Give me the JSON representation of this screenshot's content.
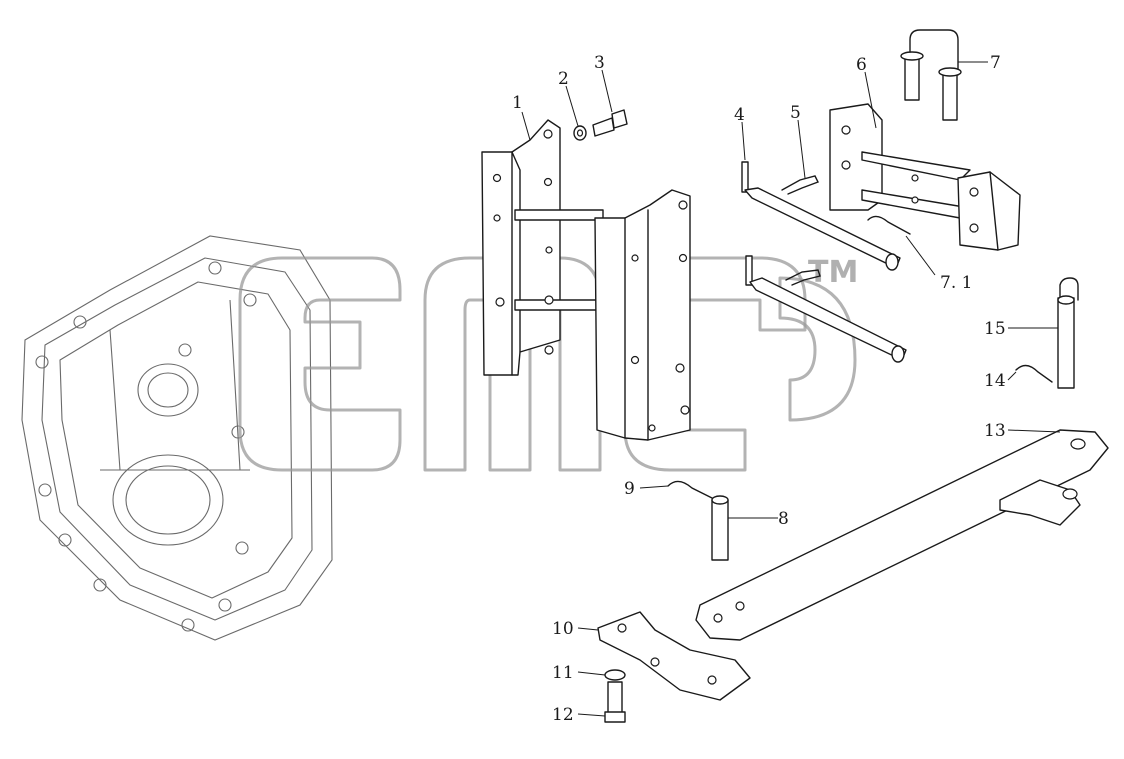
{
  "diagram": {
    "callouts": [
      {
        "id": "c1",
        "label": "1"
      },
      {
        "id": "c2",
        "label": "2"
      },
      {
        "id": "c3",
        "label": "3"
      },
      {
        "id": "c4",
        "label": "4"
      },
      {
        "id": "c5",
        "label": "5"
      },
      {
        "id": "c6",
        "label": "6"
      },
      {
        "id": "c7",
        "label": "7"
      },
      {
        "id": "c71",
        "label": "7. 1"
      },
      {
        "id": "c8",
        "label": "8"
      },
      {
        "id": "c9",
        "label": "9"
      },
      {
        "id": "c10",
        "label": "10"
      },
      {
        "id": "c11",
        "label": "11"
      },
      {
        "id": "c12",
        "label": "12"
      },
      {
        "id": "c13",
        "label": "13"
      },
      {
        "id": "c14",
        "label": "14"
      },
      {
        "id": "c15",
        "label": "15"
      }
    ],
    "watermark": {
      "mark": "TM",
      "logo": "emp"
    }
  }
}
